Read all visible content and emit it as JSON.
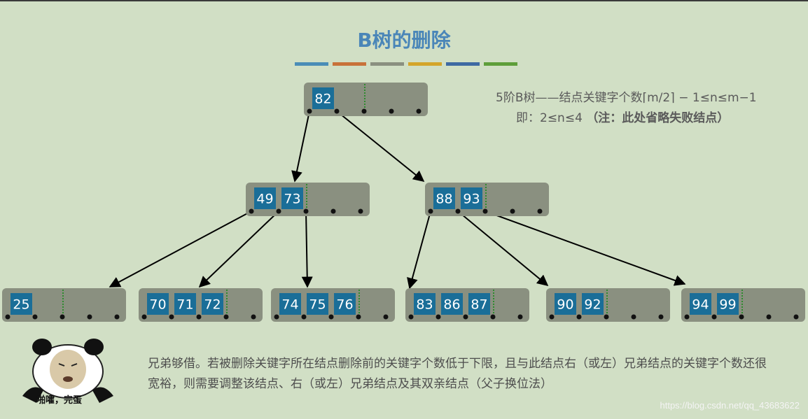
{
  "title": "B树的删除",
  "stripe_colors": [
    "#4a8db7",
    "#c8723a",
    "#8a9080",
    "#d4a52a",
    "#3e6aa3",
    "#5e9e3a"
  ],
  "rules": {
    "line1": "5阶B树——结点关键字个数⌈m/2⌉ − 1≤n≤m−1",
    "line2_plain": "即：2≤n≤4 ",
    "line2_bold": "（注：此处省略失败结点）"
  },
  "tree": {
    "root": {
      "keys": [
        "82"
      ]
    },
    "level1": [
      {
        "keys": [
          "49",
          "73"
        ]
      },
      {
        "keys": [
          "88",
          "93"
        ]
      }
    ],
    "leaves": [
      {
        "keys": [
          "25"
        ]
      },
      {
        "keys": [
          "70",
          "71",
          "72"
        ]
      },
      {
        "keys": [
          "74",
          "75",
          "76"
        ]
      },
      {
        "keys": [
          "83",
          "86",
          "87"
        ]
      },
      {
        "keys": [
          "90",
          "92"
        ]
      },
      {
        "keys": [
          "94",
          "99"
        ]
      }
    ]
  },
  "colors": {
    "background": "#d1dfc5",
    "node_fill": "#8a9080",
    "key_fill": "#1a6e98",
    "title": "#4a86b8",
    "divider": "#2e8b2e"
  },
  "note_text": "兄弟够借。若被删除关键字所在结点删除前的关键字个数低于下限，且与此结点右（或左）兄弟结点的关键字个数还很宽裕，则需要调整该结点、右（或左）兄弟结点及其双亲结点（父子换位法）",
  "meme": {
    "icon": "panda-meme-icon",
    "caption": "啪嚯，完蛋"
  },
  "watermark": "https://blog.csdn.net/qq_43683622"
}
